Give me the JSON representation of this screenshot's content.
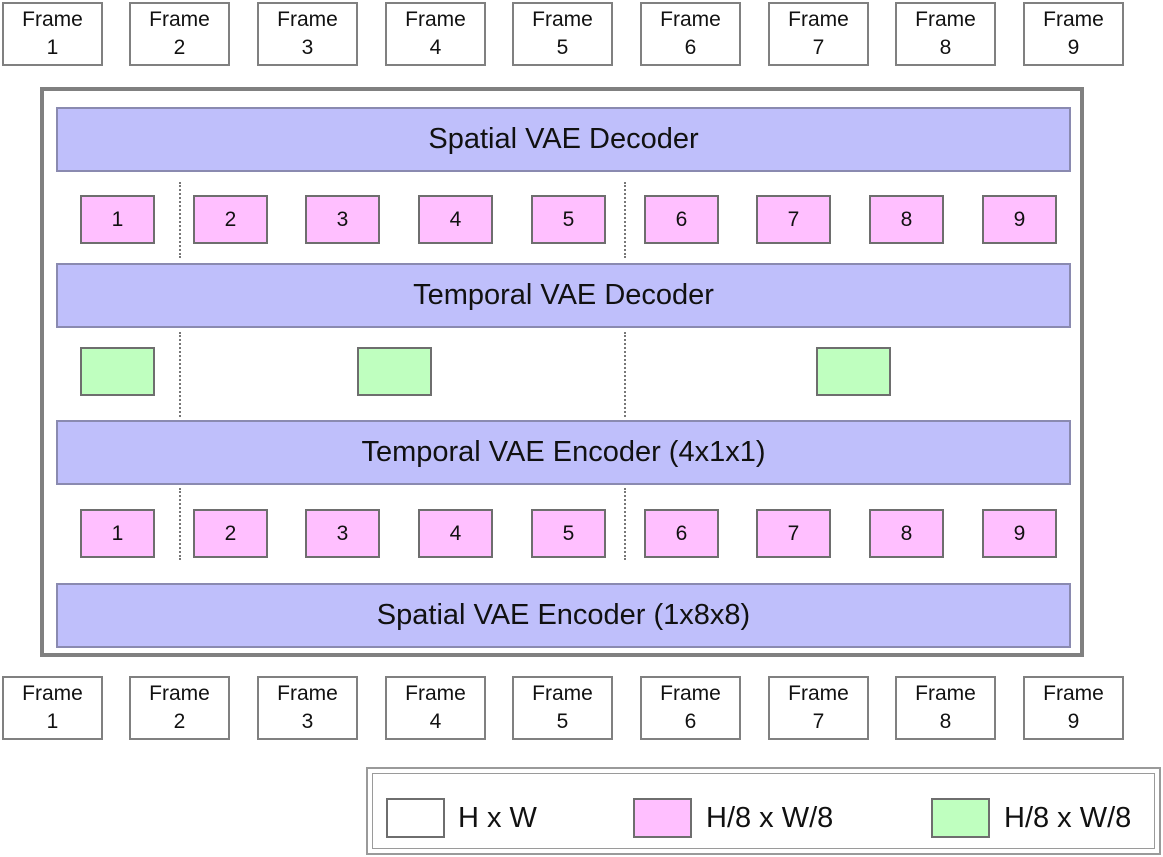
{
  "top_frames": [
    {
      "line1": "Frame",
      "line2": "1"
    },
    {
      "line1": "Frame",
      "line2": "2"
    },
    {
      "line1": "Frame",
      "line2": "3"
    },
    {
      "line1": "Frame",
      "line2": "4"
    },
    {
      "line1": "Frame",
      "line2": "5"
    },
    {
      "line1": "Frame",
      "line2": "6"
    },
    {
      "line1": "Frame",
      "line2": "7"
    },
    {
      "line1": "Frame",
      "line2": "8"
    },
    {
      "line1": "Frame",
      "line2": "9"
    }
  ],
  "bottom_frames": [
    {
      "line1": "Frame",
      "line2": "1"
    },
    {
      "line1": "Frame",
      "line2": "2"
    },
    {
      "line1": "Frame",
      "line2": "3"
    },
    {
      "line1": "Frame",
      "line2": "4"
    },
    {
      "line1": "Frame",
      "line2": "5"
    },
    {
      "line1": "Frame",
      "line2": "6"
    },
    {
      "line1": "Frame",
      "line2": "7"
    },
    {
      "line1": "Frame",
      "line2": "8"
    },
    {
      "line1": "Frame",
      "line2": "9"
    }
  ],
  "stages": {
    "spatial_decoder": "Spatial VAE Decoder",
    "temporal_decoder": "Temporal VAE Decoder",
    "temporal_encoder": "Temporal VAE Encoder (4x1x1)",
    "spatial_encoder": "Spatial VAE Encoder (1x8x8)"
  },
  "decoded_latents": [
    "1",
    "2",
    "3",
    "4",
    "5",
    "6",
    "7",
    "8",
    "9"
  ],
  "encoded_latents": [
    "1",
    "2",
    "3",
    "4",
    "5",
    "6",
    "7",
    "8",
    "9"
  ],
  "colors": {
    "stage_fill": "#bfbffb",
    "spatial_latent": "#ffbfff",
    "temporal_latent": "#bfffbf",
    "frame": "#ffffff"
  },
  "legend": {
    "items": [
      {
        "label": "H x W",
        "color": "#ffffff"
      },
      {
        "label": "H/8 x W/8",
        "color": "#ffbfff"
      },
      {
        "label": "H/8 x W/8",
        "color": "#bfffbf"
      }
    ]
  }
}
